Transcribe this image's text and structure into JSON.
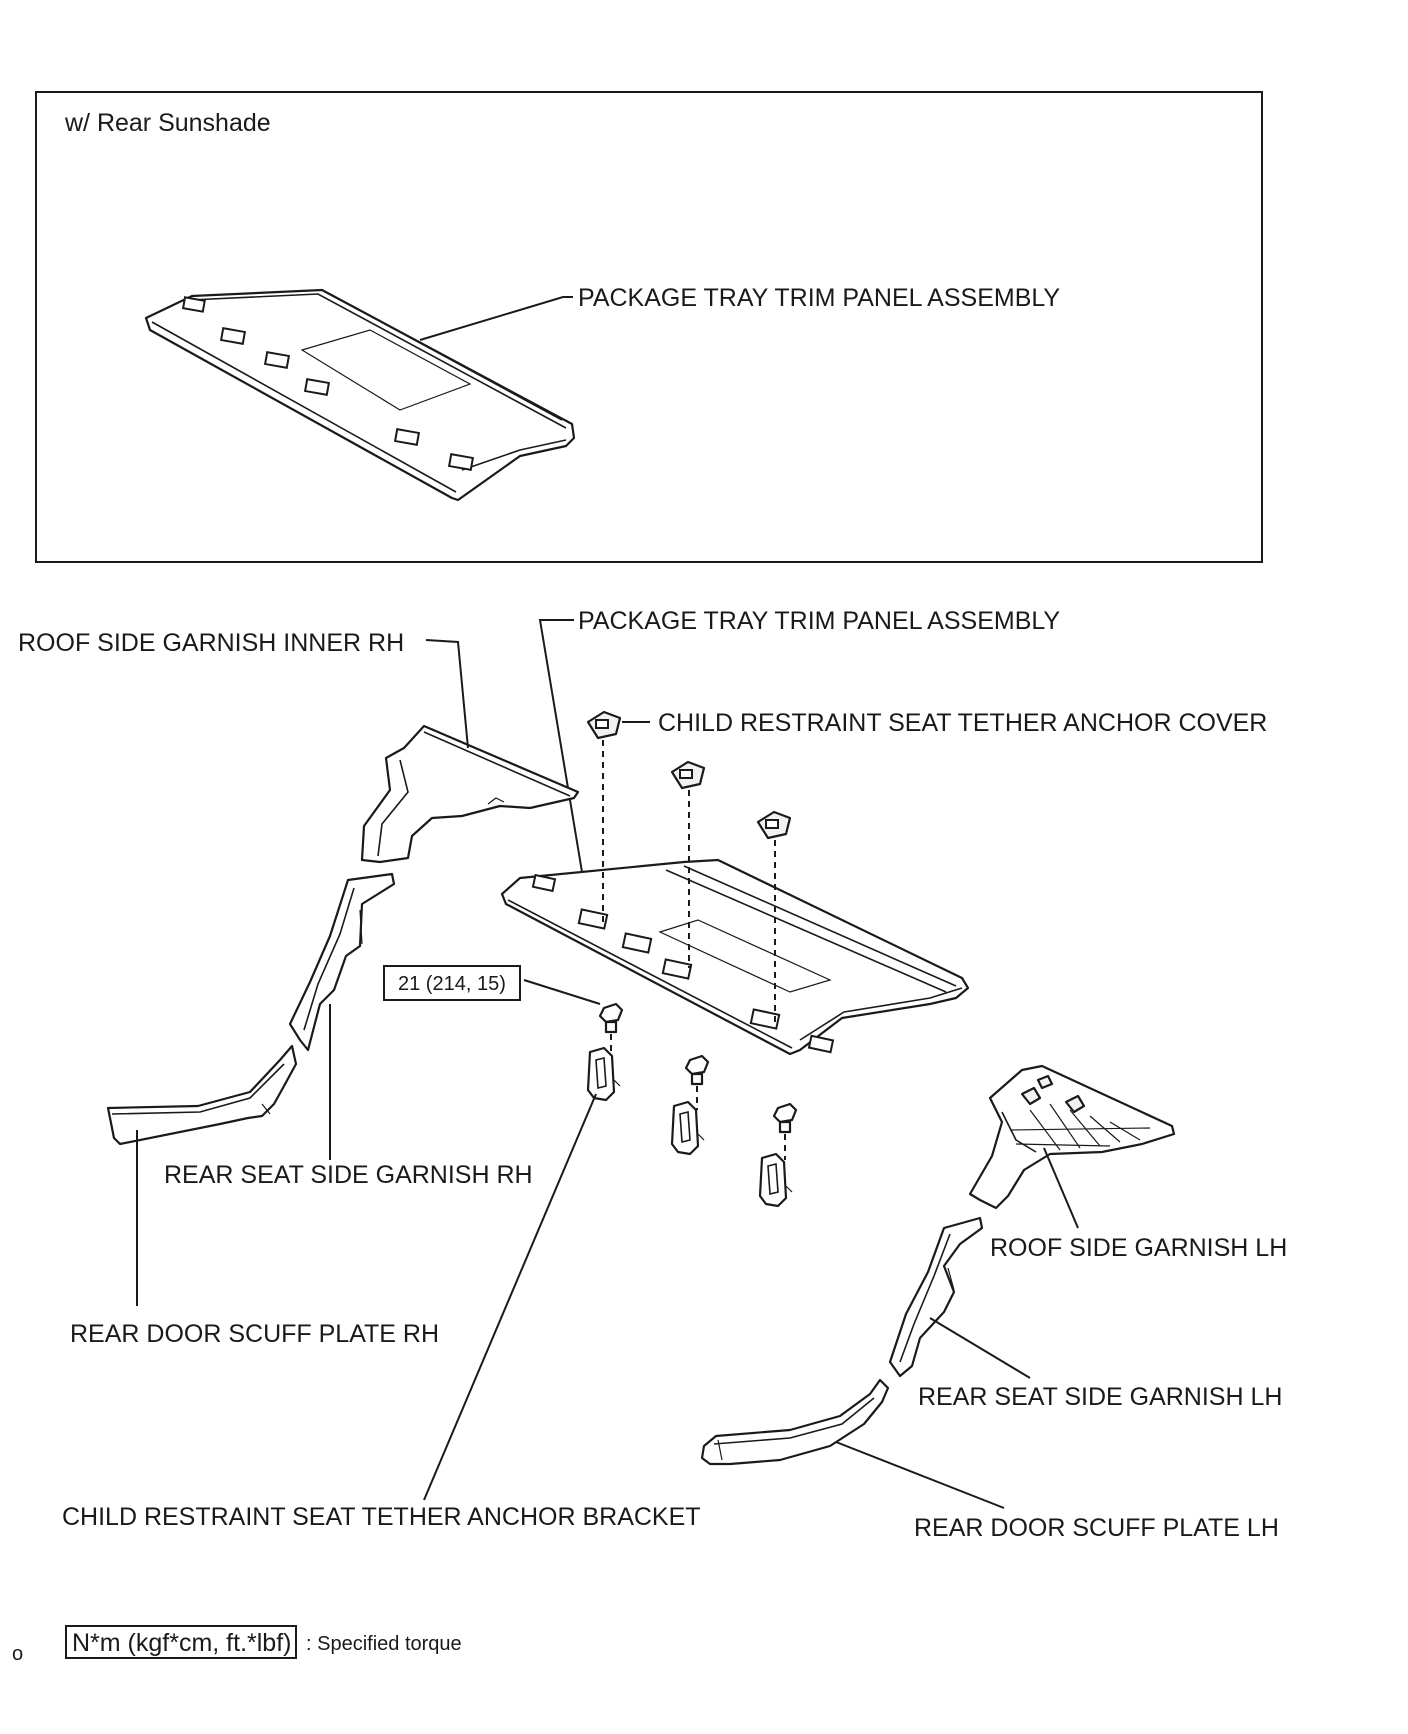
{
  "inset": {
    "title": "w/ Rear Sunshade",
    "label": "PACKAGE TRAY TRIM PANEL ASSEMBLY"
  },
  "labels": {
    "package_tray": "PACKAGE TRAY TRIM PANEL  ASSEMBLY",
    "roof_side_garnish_inner_rh": "ROOF SIDE GARNISH INNER RH",
    "anchor_cover": "CHILD RESTRAINT SEAT TETHER ANCHOR COVER",
    "rear_seat_side_garnish_rh": "REAR SEAT SIDE GARNISH RH",
    "rear_door_scuff_plate_rh": "REAR DOOR SCUFF PLATE RH",
    "roof_side_garnish_lh": "ROOF SIDE GARNISH LH",
    "rear_seat_side_garnish_lh": "REAR SEAT SIDE GARNISH LH",
    "anchor_bracket": "CHILD RESTRAINT SEAT TETHER ANCHOR BRACKET",
    "rear_door_scuff_plate_lh": "REAR DOOR SCUFF PLATE LH"
  },
  "torque": {
    "value": "21 (214, 15)"
  },
  "legend": {
    "unit": "N*m (kgf*cm, ft.*lbf)",
    "description": ": Specified torque"
  },
  "corner_mark": "o"
}
